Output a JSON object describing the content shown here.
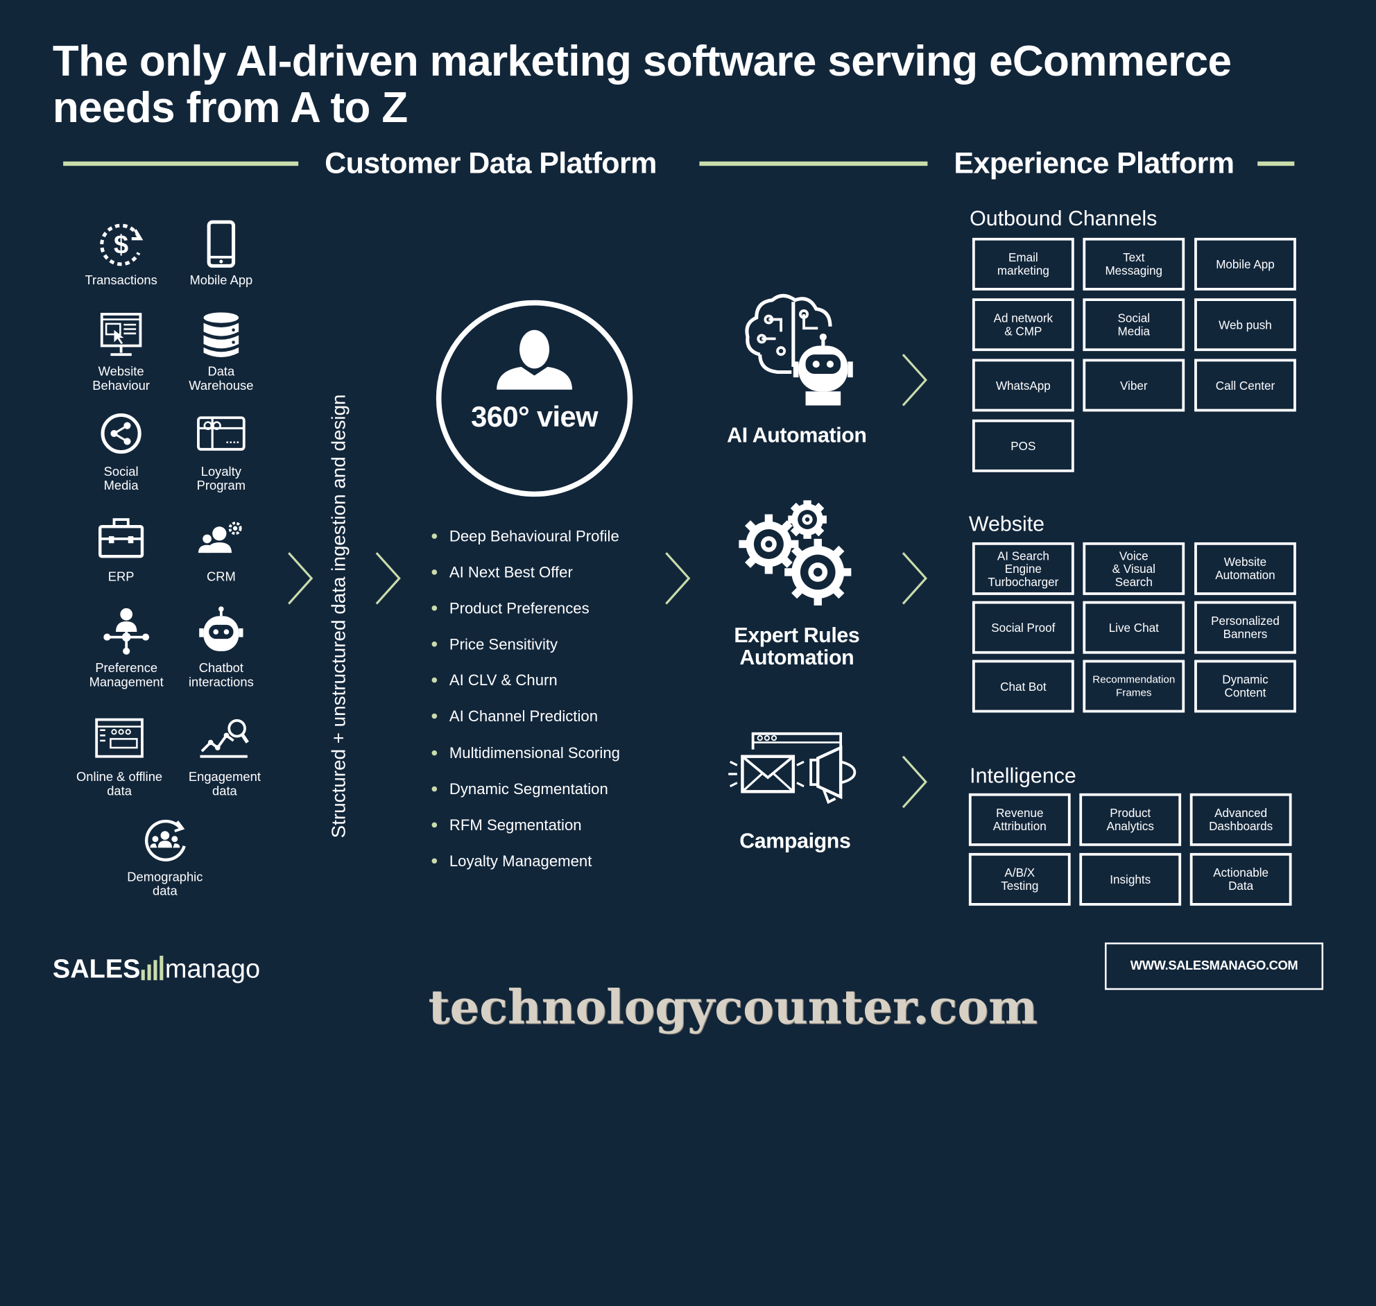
{
  "title_lines": [
    "The only AI-driven marketing software serving eCommerce",
    "needs from A to Z"
  ],
  "sections": {
    "cdp": "Customer Data Platform",
    "xp": "Experience Platform"
  },
  "sources": [
    {
      "label": "Transactions",
      "icon": "dollar-cycle-icon"
    },
    {
      "label": "Mobile App",
      "icon": "smartphone-icon"
    },
    {
      "label": "Website\nBehaviour",
      "icon": "website-cursor-icon"
    },
    {
      "label": "Data\nWarehouse",
      "icon": "database-icon"
    },
    {
      "label": "Social\nMedia",
      "icon": "share-icon"
    },
    {
      "label": "Loyalty\nProgram",
      "icon": "gift-card-icon"
    },
    {
      "label": "ERP",
      "icon": "briefcase-icon"
    },
    {
      "label": "CRM",
      "icon": "users-gear-icon"
    },
    {
      "label": "Preference\nManagement",
      "icon": "person-network-icon"
    },
    {
      "label": "Chatbot\ninteractions",
      "icon": "robot-icon"
    },
    {
      "label": "Online & offline\ndata",
      "icon": "browser-window-icon"
    },
    {
      "label": "Engagement\ndata",
      "icon": "chart-magnifier-icon"
    },
    {
      "label": "Demographic\ndata",
      "icon": "people-cycle-icon"
    }
  ],
  "vertical_text": "Structured + unstructured data ingestion and design",
  "view_label": "360° view",
  "profile_items": [
    "Deep Behavioural Profile",
    "AI Next Best Offer",
    "Product Preferences",
    "Price Sensitivity",
    "AI  CLV & Churn",
    "AI Channel Prediction",
    "Multidimensional Scoring",
    "Dynamic Segmentation",
    "RFM Segmentation",
    "Loyalty Management"
  ],
  "engines": [
    {
      "label": "AI Automation",
      "icon": "ai-brain-robot-icon"
    },
    {
      "label": "Expert Rules\nAutomation",
      "icon": "gears-icon"
    },
    {
      "label": "Campaigns",
      "icon": "email-megaphone-icon"
    }
  ],
  "groups": [
    {
      "title": "Outbound Channels",
      "items": [
        "Email\nmarketing",
        "Text\nMessaging",
        "Mobile App",
        "Ad network\n& CMP",
        "Social\nMedia",
        "Web push",
        "WhatsApp",
        "Viber",
        "Call Center",
        "POS"
      ]
    },
    {
      "title": "Website",
      "items": [
        "AI Search\nEngine\nTurbocharger",
        "Voice\n& Visual\nSearch",
        "Website\nAutomation",
        "Social Proof",
        "Live Chat",
        "Personalized\nBanners",
        "Chat Bot",
        "Recommendation\nFrames",
        "Dynamic\nContent"
      ]
    },
    {
      "title": "Intelligence",
      "items": [
        "Revenue\nAttribution",
        "Product\nAnalytics",
        "Advanced\nDashboards",
        "A/B/X\nTesting",
        "Insights",
        "Actionable\nData"
      ]
    }
  ],
  "logo": {
    "left": "SALES",
    "right": "manago"
  },
  "url": "WWW.SALESMANAGO.COM",
  "watermark": "technologycounter.com",
  "colors": {
    "background": "#12263a",
    "accent": "#c9dcab",
    "text": "#ffffff"
  }
}
